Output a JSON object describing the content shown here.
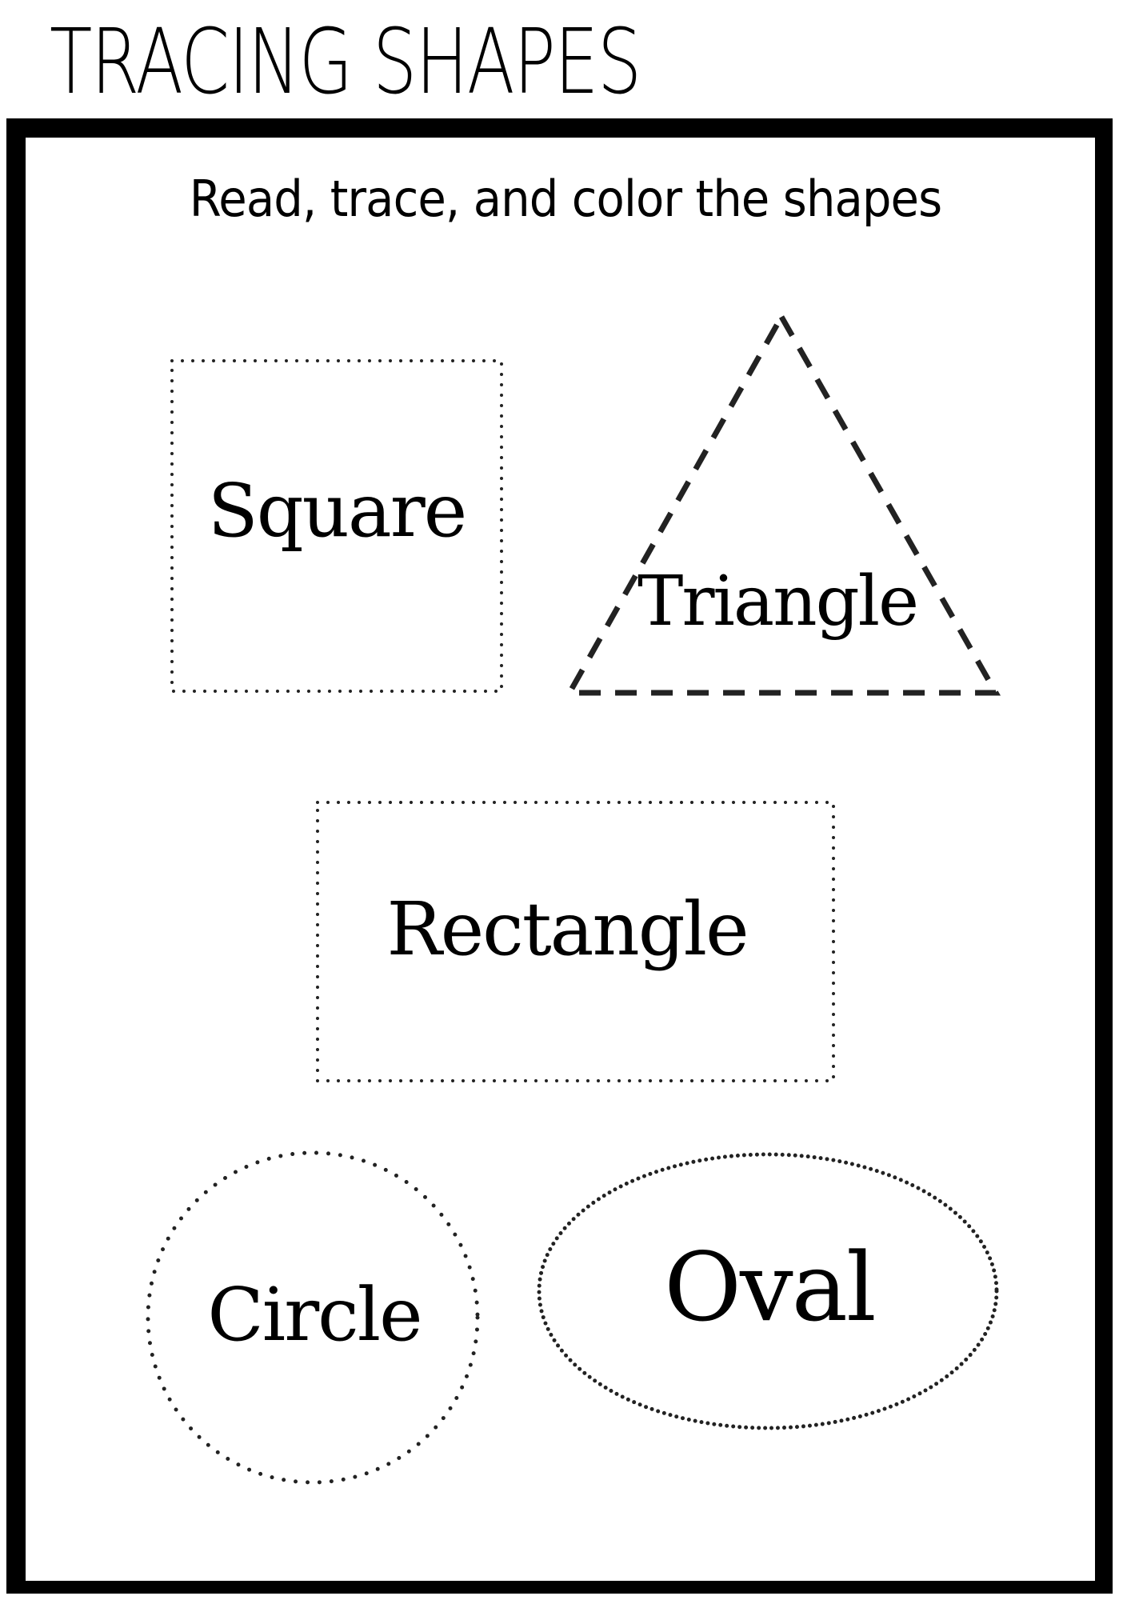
{
  "title": "TRACING SHAPES",
  "instruction": "Read, trace, and color the shapes",
  "shapes": {
    "square": "Square",
    "triangle": "Triangle",
    "rectangle": "Rectangle",
    "circle": "Circle",
    "oval": "Oval"
  }
}
